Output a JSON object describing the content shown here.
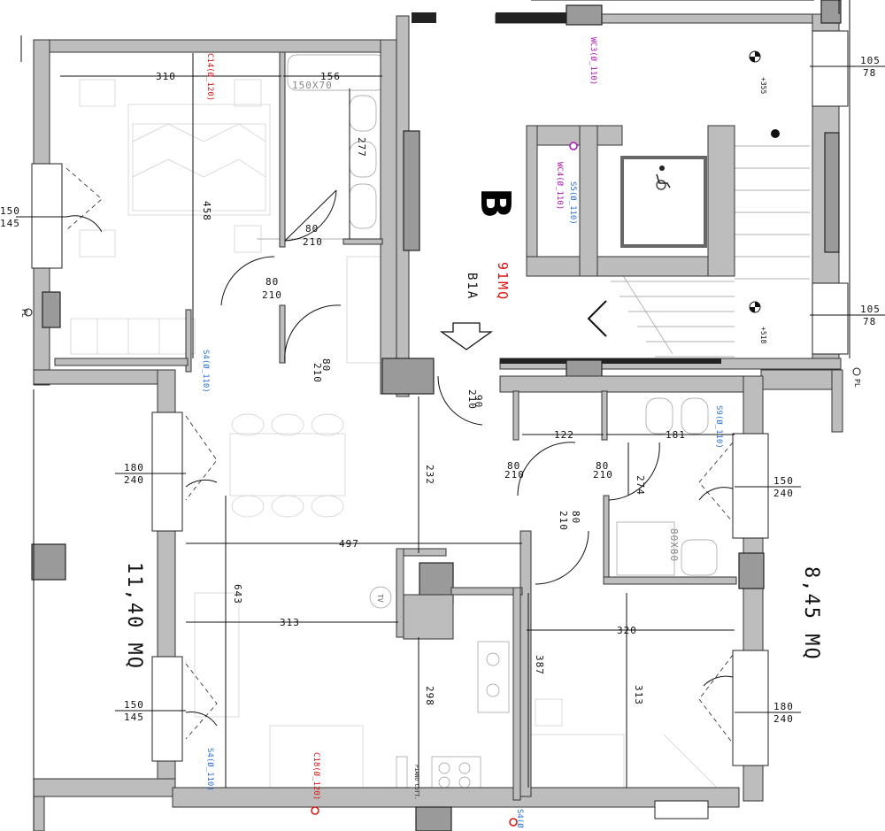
{
  "plan": {
    "block_letter": "B",
    "area_label": "91MQ",
    "unit_code": "B1A",
    "room_areas": {
      "living": "11,40 MQ",
      "bedroom": "8,45 MQ"
    },
    "dimensions": {
      "d310": "310",
      "d156": "156",
      "bath_150x70": "150X70",
      "d277": "277",
      "d458": "458",
      "d80a": "80",
      "d210a": "210",
      "d80b": "80",
      "d210b": "210",
      "d80c": "80",
      "d210c": "210",
      "d90": "90",
      "d210d": "210",
      "d232": "232",
      "d122": "122",
      "d181": "181",
      "d80d": "80",
      "d210e": "210",
      "d80e": "80",
      "d210f": "210",
      "d274": "274",
      "d80f": "80",
      "d210g": "210",
      "d497": "497",
      "d643": "643",
      "d313a": "313",
      "d320": "320",
      "d387": "387",
      "d298": "298",
      "d313b": "313",
      "shower_80x80": "80X80",
      "tv": "TV"
    },
    "windows": {
      "w1_top": "150",
      "w1_bot": "145",
      "w2_top": "180",
      "w2_bot": "240",
      "w3_top": "150",
      "w3_bot": "145",
      "w4_top": "150",
      "w4_bot": "240",
      "w5_top": "180",
      "w5_bot": "240",
      "w6_top": "105",
      "w6_bot": "78",
      "w7_top": "105",
      "w7_bot": "78"
    },
    "levels": {
      "l355": "+355",
      "l518": "+518"
    },
    "pipes": {
      "c14": "C14(Ø_120)",
      "c18": "C18(Ø_120)",
      "s4a": "S4(Ø_110)",
      "s4b": "S4(Ø_110)",
      "s9": "S9(Ø_110)",
      "s5": "S5(Ø_110)",
      "wc4": "WC4(Ø_110)",
      "wc3": "WC3(Ø_110)",
      "s4c": "S4(Ø"
    },
    "pl_left": "PL",
    "pl_right": "PL",
    "hob_label": "PIANO COTT."
  }
}
